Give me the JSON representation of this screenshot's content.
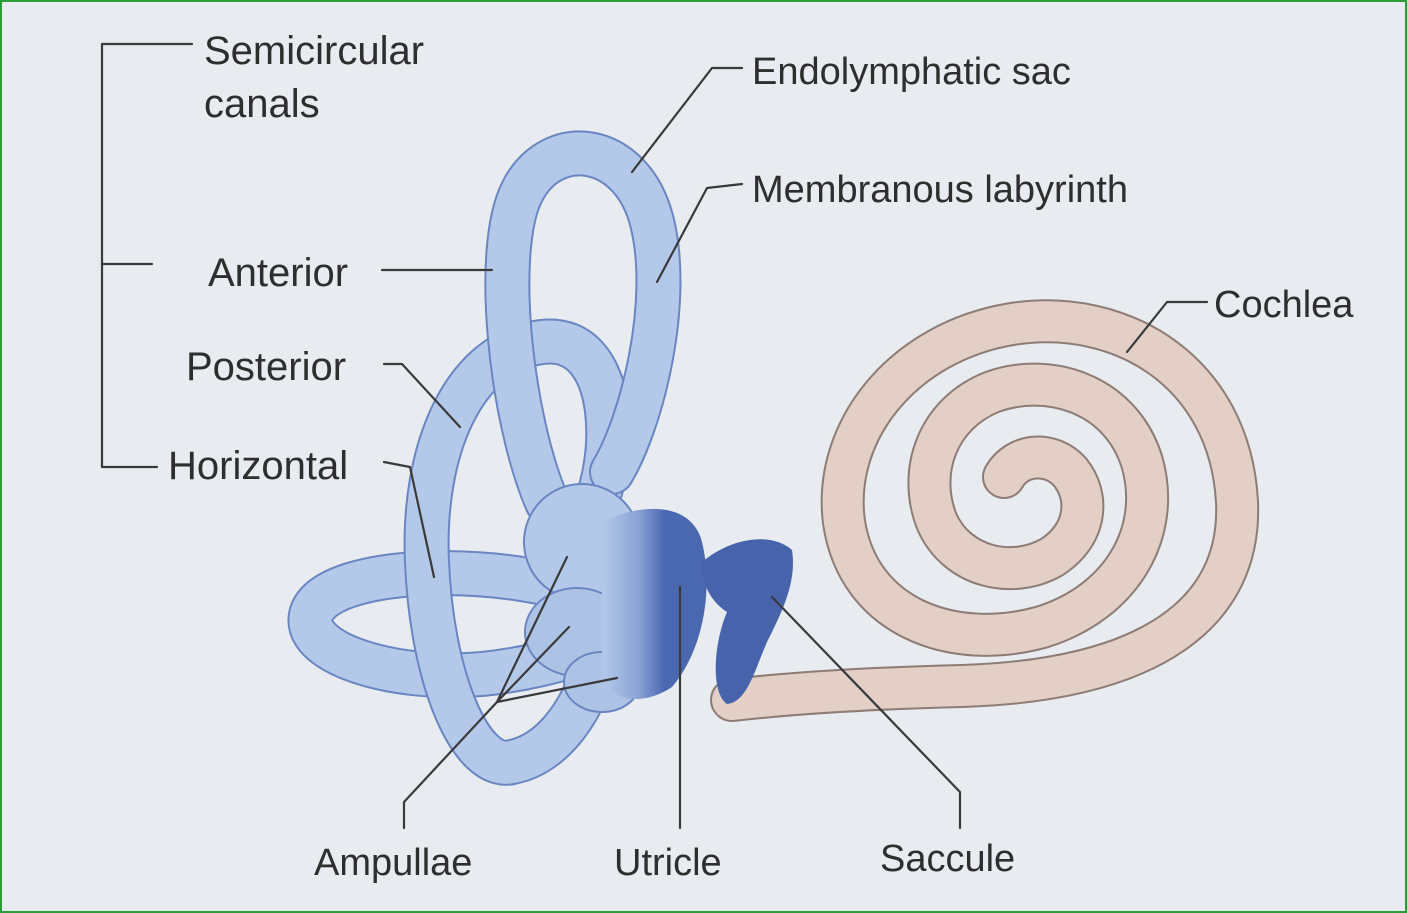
{
  "labels": {
    "semicircular_line1": "Semicircular",
    "semicircular_line2": "canals",
    "anterior": "Anterior",
    "posterior": "Posterior",
    "horizontal": "Horizontal",
    "endolymphatic_sac": "Endolymphatic sac",
    "membranous_labyrinth": "Membranous labyrinth",
    "cochlea": "Cochlea",
    "ampullae": "Ampullae",
    "utricle": "Utricle",
    "saccule": "Saccule"
  },
  "colors": {
    "canal_fill": "#b4c9ea",
    "canal_outline": "#6a86c2",
    "utricle": "#4a68b0",
    "saccule": "#4663ac",
    "cochlea_fill": "#e3cfc6",
    "cochlea_outline": "#8d7c76",
    "background": "#e8ebef",
    "frame": "#2f9a3a"
  }
}
